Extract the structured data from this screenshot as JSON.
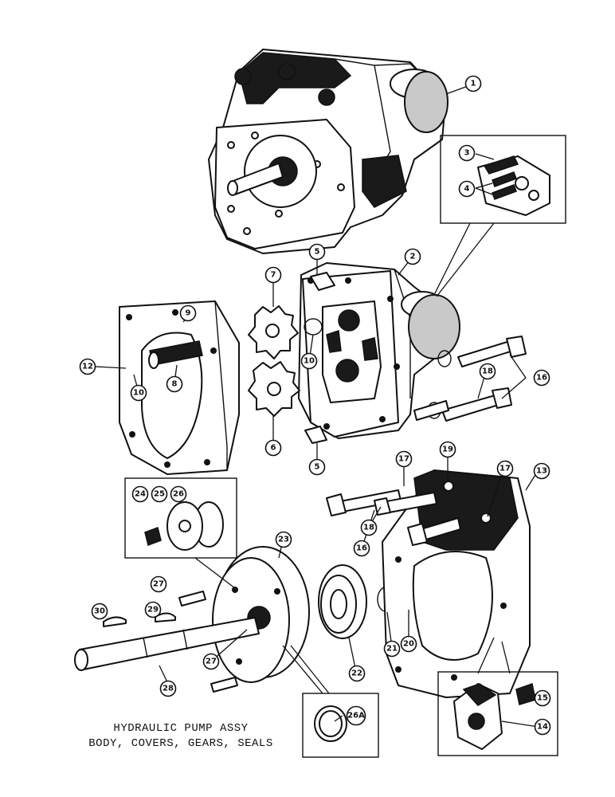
{
  "caption": {
    "line1": "HYDRAULIC PUMP ASSY",
    "line2": "BODY, COVERS, GEARS, SEALS"
  },
  "callouts": [
    "1",
    "2",
    "3",
    "4",
    "5",
    "5",
    "6",
    "7",
    "8",
    "9",
    "10",
    "10",
    "12",
    "13",
    "14",
    "15",
    "16",
    "16",
    "17",
    "17",
    "18",
    "18",
    "19",
    "20",
    "21",
    "22",
    "23",
    "24",
    "25",
    "26",
    "26A",
    "27",
    "27",
    "28",
    "29",
    "30"
  ]
}
